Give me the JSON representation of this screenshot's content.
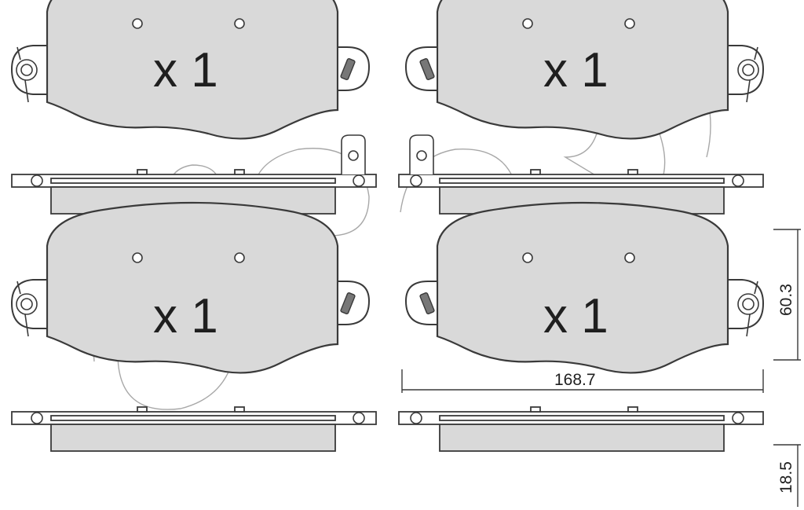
{
  "pads": [
    {
      "name": "top-left",
      "quantity": "x 1"
    },
    {
      "name": "top-right",
      "quantity": "x 1"
    },
    {
      "name": "bottom-left",
      "quantity": "x 1"
    },
    {
      "name": "bottom-right",
      "quantity": "x 1"
    }
  ],
  "dimensions": {
    "width": "168.7",
    "height": "60.3",
    "thickness": "18.5"
  },
  "colors": {
    "pad_fill": "#d9d9d9",
    "outline": "#3a3a3a",
    "watermark": "#a8a8a8"
  }
}
